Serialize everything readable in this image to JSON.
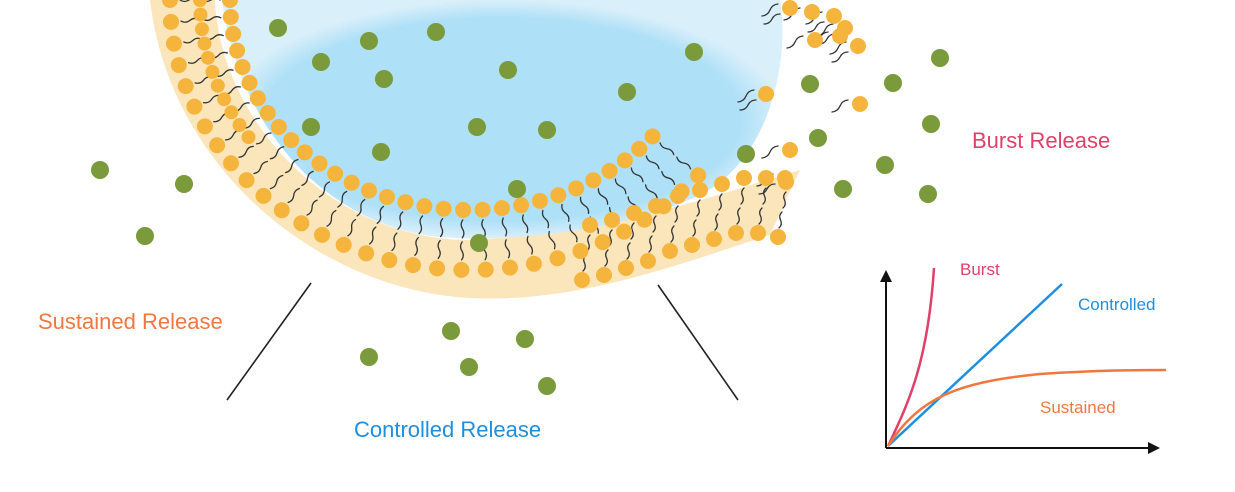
{
  "labels": {
    "burst_release": "Burst Release",
    "sustained_release": "Sustained Release",
    "controlled_release": "Controlled Release"
  },
  "chart_data": {
    "type": "line",
    "title": "",
    "xlabel": "",
    "ylabel": "",
    "series": [
      {
        "name": "Burst",
        "color": "#e0406a",
        "values": "steep rise, near-vertical early release"
      },
      {
        "name": "Controlled",
        "color": "#1e8fe0",
        "values": "linear rise"
      },
      {
        "name": "Sustained",
        "color": "#f07840",
        "values": "rapid early rise then plateau"
      }
    ]
  },
  "colors": {
    "core": "#aee0f7",
    "bilayer_band": "#fbe3b5",
    "lipid_head": "#f5b53d",
    "drug": "#7a9a3c",
    "burst": "#e0406a",
    "controlled": "#1e8fe0",
    "sustained": "#f07840"
  }
}
